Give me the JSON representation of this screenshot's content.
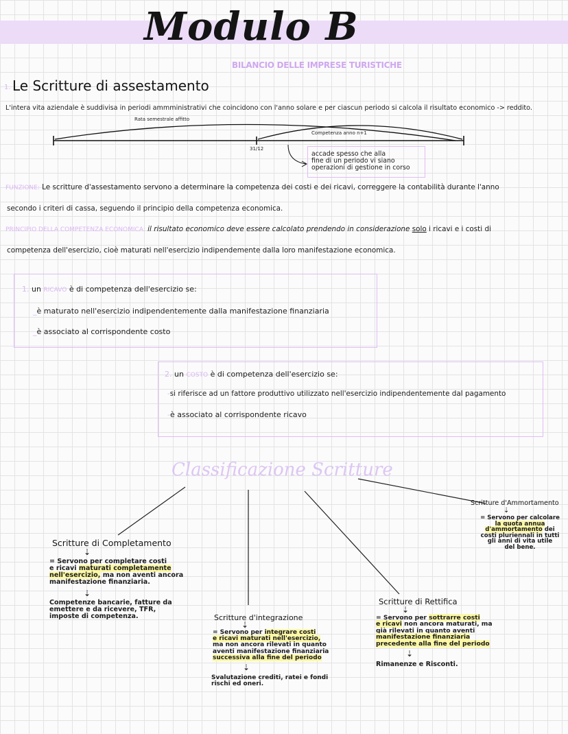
{
  "header": {
    "title": "Modulo B",
    "subtitle": "BILANCIO DELLE IMPRESE TURISTICHE"
  },
  "section": {
    "number": "1.",
    "title": "Le Scritture di assestamento"
  },
  "intro": "L'intera vita aziendale è suddivisa in periodi ammministrativi che coincidono con l'anno solare e per ciascun periodo si calcola il risultato economico -> reddito.",
  "timeline": {
    "arc_left_label": "Rata semestrale affitto",
    "arc_right_label": "Competenza anno n+1",
    "center_label": "31/12",
    "note": [
      "accade spesso che alla",
      "fine di un periodo vi siano",
      "operazioni di gestione in corso"
    ]
  },
  "funzione": {
    "label": "FUNZIONE:",
    "line1": "Le scritture d'assestamento servono a determinare la competenza dei costi e dei ricavi, correggere la contabilità durante l'anno",
    "line2": "secondo i criteri di cassa, seguendo il principio della competenza economica."
  },
  "principio": {
    "label": "PRINCIPIO DELLA COMPETENZA ECONOMICA:",
    "line1_a": "il risultato economico deve essere calcolato prendendo in considerazione",
    "line1_solo": "solo",
    "line1_b": "i ricavi e i costi di",
    "line2": "competenza dell'esercizio, cioè maturati nell'esercizio indipendemente dalla loro manifestazione economica."
  },
  "box1": {
    "num": "1.",
    "pre": "un",
    "keyword": "RICAVO",
    "post": "è di competenza dell'esercizio se:",
    "items": [
      "è maturato nell'esercizio indipendentemente dalla manifestazione finanziaria",
      "è associato al corrispondente costo"
    ]
  },
  "box2": {
    "num": "2.",
    "pre": "un",
    "keyword": "COSTO",
    "post": "è di competenza dell'esercizio se:",
    "items": [
      "si riferisce ad un fattore produttivo utilizzato nell'esercizio indipendentemente dal pagamento",
      "è associato al corrispondente ricavo"
    ]
  },
  "classification": {
    "title": "Classificazione Scritture",
    "completamento": {
      "title": "Scritture di Completamento",
      "t1": "= Servono per completare costi",
      "t2_a": "e ricavi ",
      "t2_hl": "maturati completamente",
      "t3_hl": "nell'esercizio,",
      "t3_b": " ma non aventi ancora",
      "t4": "manifestazione finanziaria.",
      "r1": "Competenze bancarie, fatture da",
      "r2": "emettere e da ricevere, TFR,",
      "r3": "imposte di competenza."
    },
    "integrazione": {
      "title": "Scritture d'integrazione",
      "t1_a": "= Servono per ",
      "t1_hl": "integrare costi",
      "t2_hl": "e ricavi maturati nell'esercizio,",
      "t3": "ma non ancora rilevati in quanto",
      "t4": "aventi manifestazione finanziaria",
      "t5_hl": "successiva alla fine del periodo",
      "r1": "Svalutazione crediti, ratei e fondi",
      "r2": "rischi ed oneri."
    },
    "rettifica": {
      "title": "Scritture di Rettifica",
      "t1_a": "= Servono per ",
      "t1_hl": "sottrarre costi",
      "t2_hl": "e ricavi",
      "t2_b": " non ancora maturati, ma",
      "t3": "già rilevati in quanto aventi",
      "t4_hl": "manifestazione finanziaria",
      "t5_hl": "precedente alla fine del periodo",
      "r1": "Rimanenze e Risconti."
    },
    "ammortamento": {
      "title": "Scritture d'Ammortamento",
      "t1": "= Servono per calcolare",
      "t2_hl": "la quota annua",
      "t3_hl": "d'ammortamento",
      "t3_b": " dei",
      "t4": "costi pluriennali in tutti",
      "t5": "gli anni di vita utile",
      "t6": "del bene."
    }
  }
}
